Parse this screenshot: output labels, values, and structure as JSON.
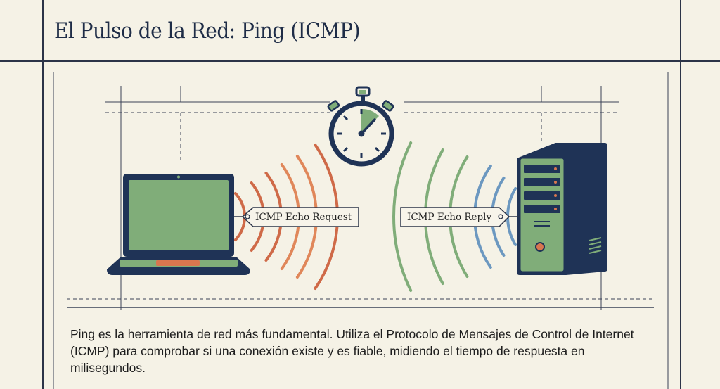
{
  "title": "El Pulso de la Red: Ping (ICMP)",
  "diagram": {
    "request_label": "ICMP Echo Request",
    "reply_label": "ICMP Echo Reply"
  },
  "description": "Ping es la herramienta de red más fundamental. Utiliza el Protocolo de Mensajes de Control de Internet (ICMP) para comprobar si una conexión existe y es fiable, midiendo el tiempo de respuesta en milisegundos.",
  "colors": {
    "navy": "#1f3356",
    "green": "#80ad79",
    "orange": "#e0875a",
    "red": "#cf6a48",
    "blue": "#6c98c0",
    "background": "#f5f2e6"
  }
}
